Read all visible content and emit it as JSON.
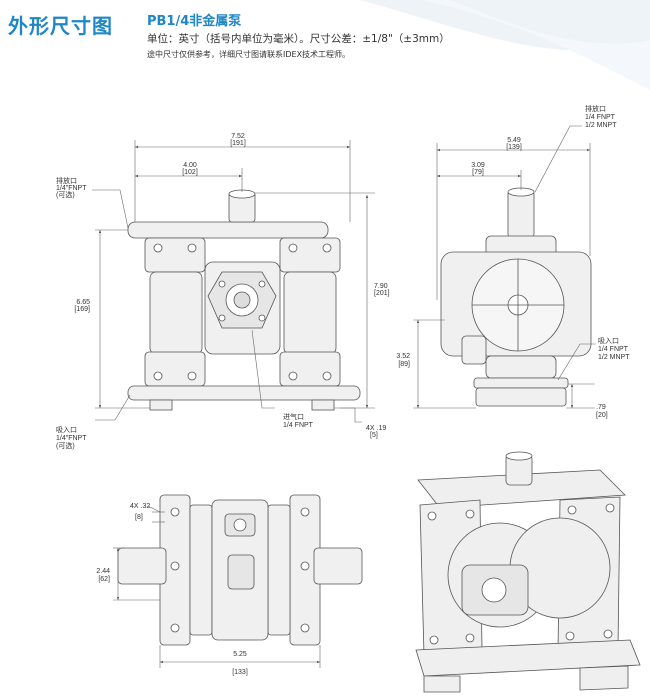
{
  "header": {
    "title": "外形尺寸图",
    "model": "PB1/4非金属泵",
    "units_note": "单位：英寸（括号内单位为毫米）。尺寸公差：±1/8\"（±3mm）",
    "reference_note": "途中尺寸仅供参考，详细尺寸图请联系IDEX技术工程师。"
  },
  "front_view": {
    "dim_width_in": "7.52",
    "dim_width_mm": "[191]",
    "dim_half_in": "4.00",
    "dim_half_mm": "[102]",
    "dim_height_in": "7.90",
    "dim_height_mm": "[201]",
    "dim_outlet_height_in": "6.65",
    "dim_outlet_height_mm": "[169]",
    "dim_slot_in": "4X .19",
    "dim_slot_mm": "[5]",
    "discharge_label": [
      "排放口",
      "1/4\"FNPT",
      "(可选)"
    ],
    "intake_label": [
      "吸入口",
      "1/4\"FNPT",
      "(可选)"
    ],
    "air_label": [
      "进气口",
      "1/4  FNPT"
    ]
  },
  "side_view": {
    "dim_width_in": "5.49",
    "dim_width_mm": "[139]",
    "dim_half_in": "3.09",
    "dim_half_mm": "[79]",
    "dim_inlet_height_in": "3.52",
    "dim_inlet_height_mm": "[89]",
    "dim_base_in": ".79",
    "dim_base_mm": "[20]",
    "discharge_label": [
      "排放口",
      "1/4  FNPT",
      "1/2  MNPT"
    ],
    "intake_label": [
      "吸入口",
      "1/4  FNPT",
      "1/2  MNPT"
    ]
  },
  "bottom_view": {
    "dim_slot_in": "4X .32",
    "dim_slot_mm": "[8]",
    "dim_depth_in": "2.44",
    "dim_depth_mm": "[62]",
    "dim_width_in": "5.25",
    "dim_width_mm": "[133]"
  },
  "colors": {
    "title": "#1f86c8",
    "line": "#555555",
    "pump_fill": "#eeeeee"
  }
}
